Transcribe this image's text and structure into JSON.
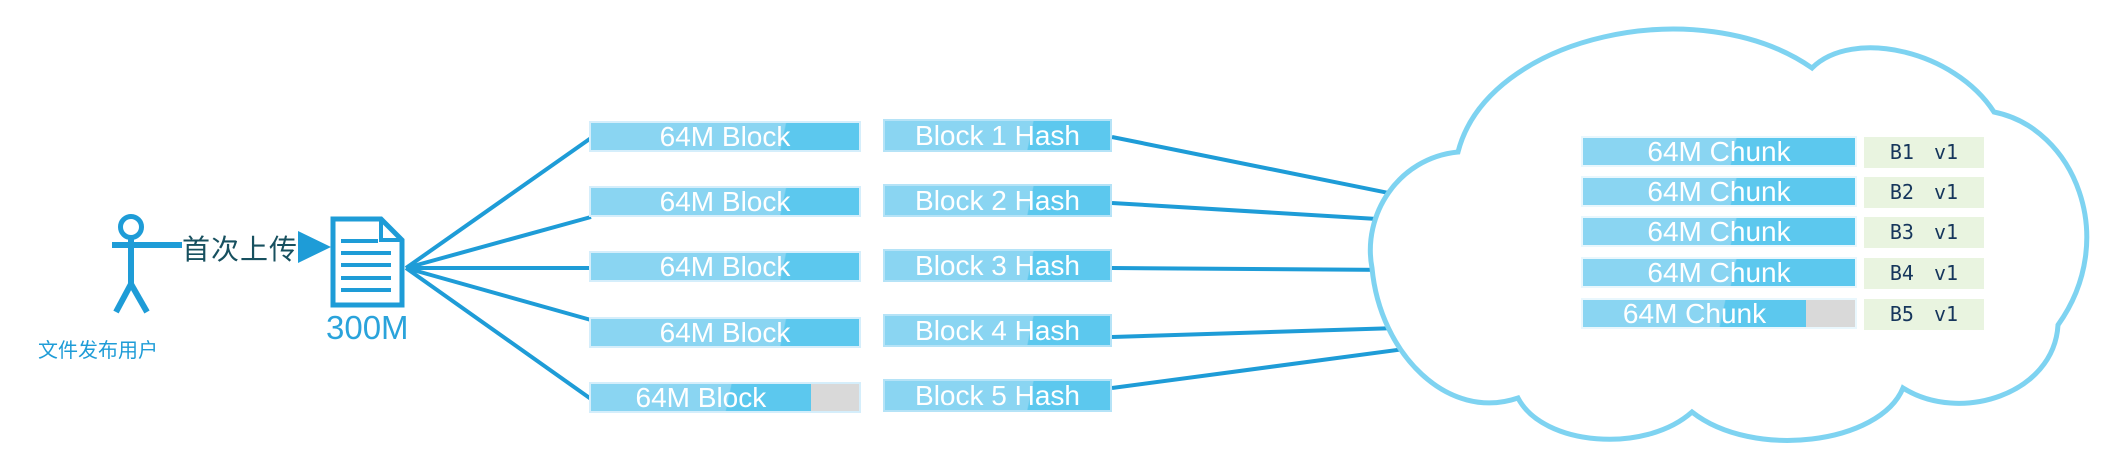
{
  "colors": {
    "accent": "#1e9cd7",
    "bar-light": "#8ad5f2",
    "bar-fill": "#5cc8ee",
    "gray-seg": "#d9d9d9",
    "cloud-stroke": "#7ed3f1",
    "tag-bg": "#e9f4e0",
    "tag-text": "#16365c",
    "upload-text": "#17505f",
    "blue-text": "#2aa3db"
  },
  "icons": {
    "actor": "stick-figure-icon",
    "file": "document-icon",
    "upload": "arrow-right-icon",
    "storage": "cloud-icon"
  },
  "actor": {
    "name": "文件发布用户"
  },
  "flow": {
    "upload_label": "首次上传",
    "file_size": "300M"
  },
  "blocks": {
    "items": [
      {
        "label": "64M Block",
        "partial": false
      },
      {
        "label": "64M Block",
        "partial": false
      },
      {
        "label": "64M Block",
        "partial": false
      },
      {
        "label": "64M Block",
        "partial": false
      },
      {
        "label": "64M Block",
        "partial": true
      }
    ]
  },
  "hashes": {
    "items": [
      {
        "label": "Block 1 Hash"
      },
      {
        "label": "Block 2 Hash"
      },
      {
        "label": "Block 3 Hash"
      },
      {
        "label": "Block 4 Hash"
      },
      {
        "label": "Block 5 Hash"
      }
    ]
  },
  "cloud": {
    "chunks": [
      {
        "label": "64M Chunk",
        "tag": "B1 v1",
        "partial": false
      },
      {
        "label": "64M Chunk",
        "tag": "B2 v1",
        "partial": false
      },
      {
        "label": "64M Chunk",
        "tag": "B3 v1",
        "partial": false
      },
      {
        "label": "64M Chunk",
        "tag": "B4 v1",
        "partial": false
      },
      {
        "label": "64M Chunk",
        "tag": "B5 v1",
        "partial": true
      }
    ]
  }
}
